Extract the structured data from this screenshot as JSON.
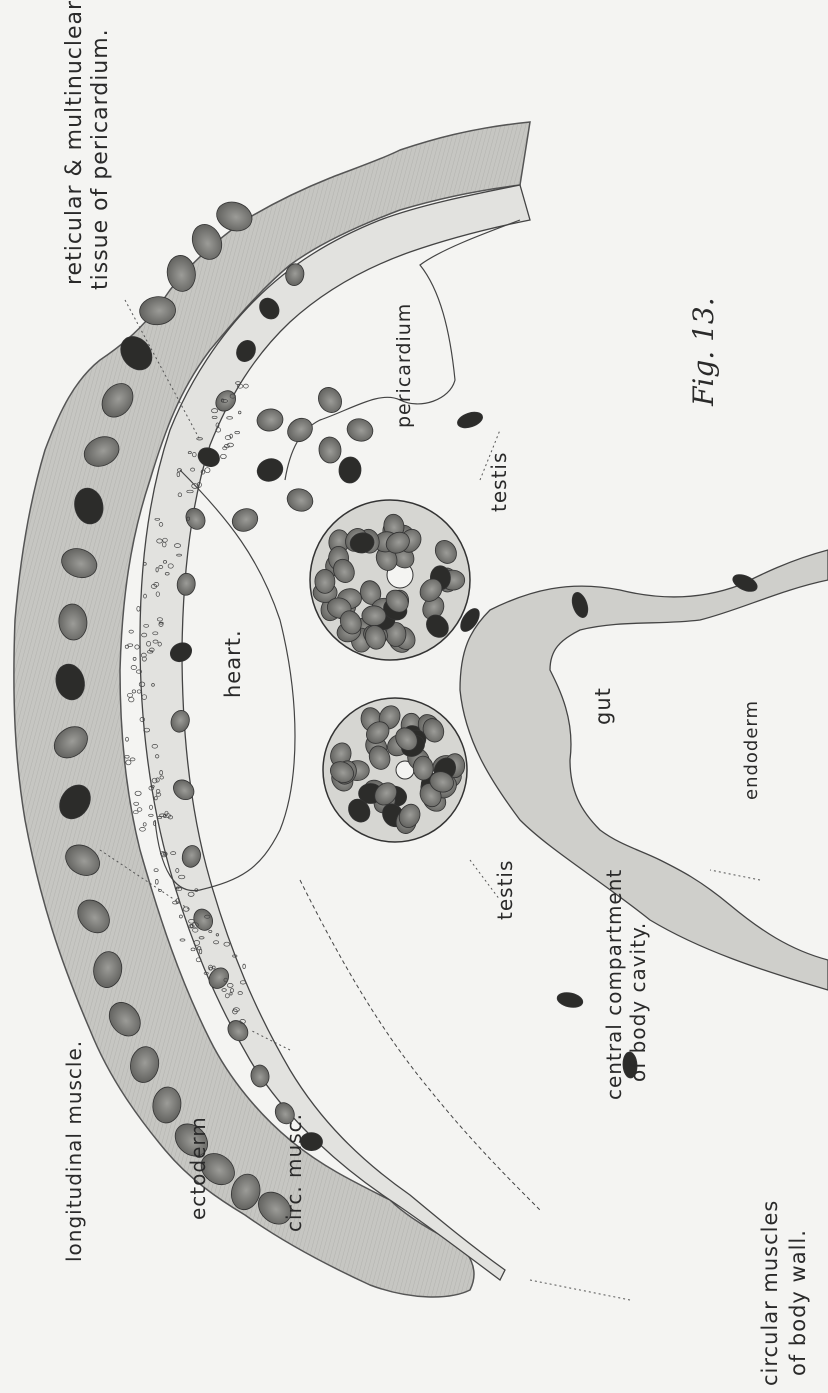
{
  "figure": {
    "caption": "Fig. 13.",
    "labels": {
      "reticular": "reticular & multinuclear",
      "reticular_2": "tissue of pericardium.",
      "pericardium": "pericardium",
      "testis_upper": "testis",
      "testis_lower": "testis",
      "heart": "heart.",
      "gut": "gut",
      "endoderm": "endoderm",
      "longitudinal_muscle": "longitudinal muscle.",
      "ectoderm": "ectoderm",
      "circ_musc": "circ. musc.",
      "central_compartment": "central compartment",
      "central_compartment_2": "of body cavity.",
      "circular_muscles": "circular muscles",
      "circular_muscles_2": "of body wall."
    }
  },
  "colors": {
    "ink": "#2a2a2a",
    "tissue": "#c9c9c6",
    "tissue_dark": "#a7a7a3",
    "nucleus": "#7c7c78",
    "nucleus_dark": "#2c2c2a",
    "paper": "#f4f4f2"
  }
}
